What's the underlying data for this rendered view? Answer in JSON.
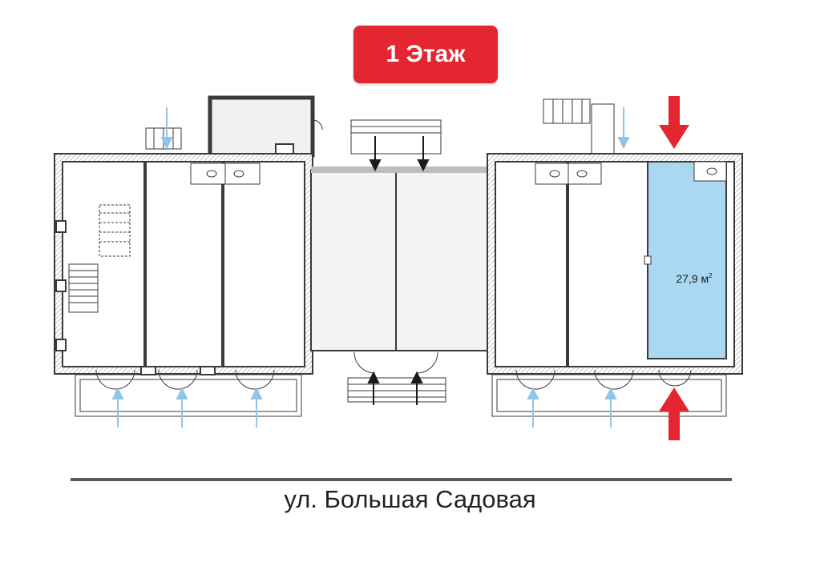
{
  "floor_label": "1 Этаж",
  "highlighted_unit": {
    "area_value": "27,9 м",
    "area_unit_superscript": "2",
    "fill_color": "#aad7f2"
  },
  "street_label": "ул. Большая Садовая",
  "colors": {
    "badge": "#e3262f",
    "walls": "#3a3a3a",
    "entry_arrow_light": "#8ec5e8",
    "entry_arrow_red": "#e3262f"
  }
}
